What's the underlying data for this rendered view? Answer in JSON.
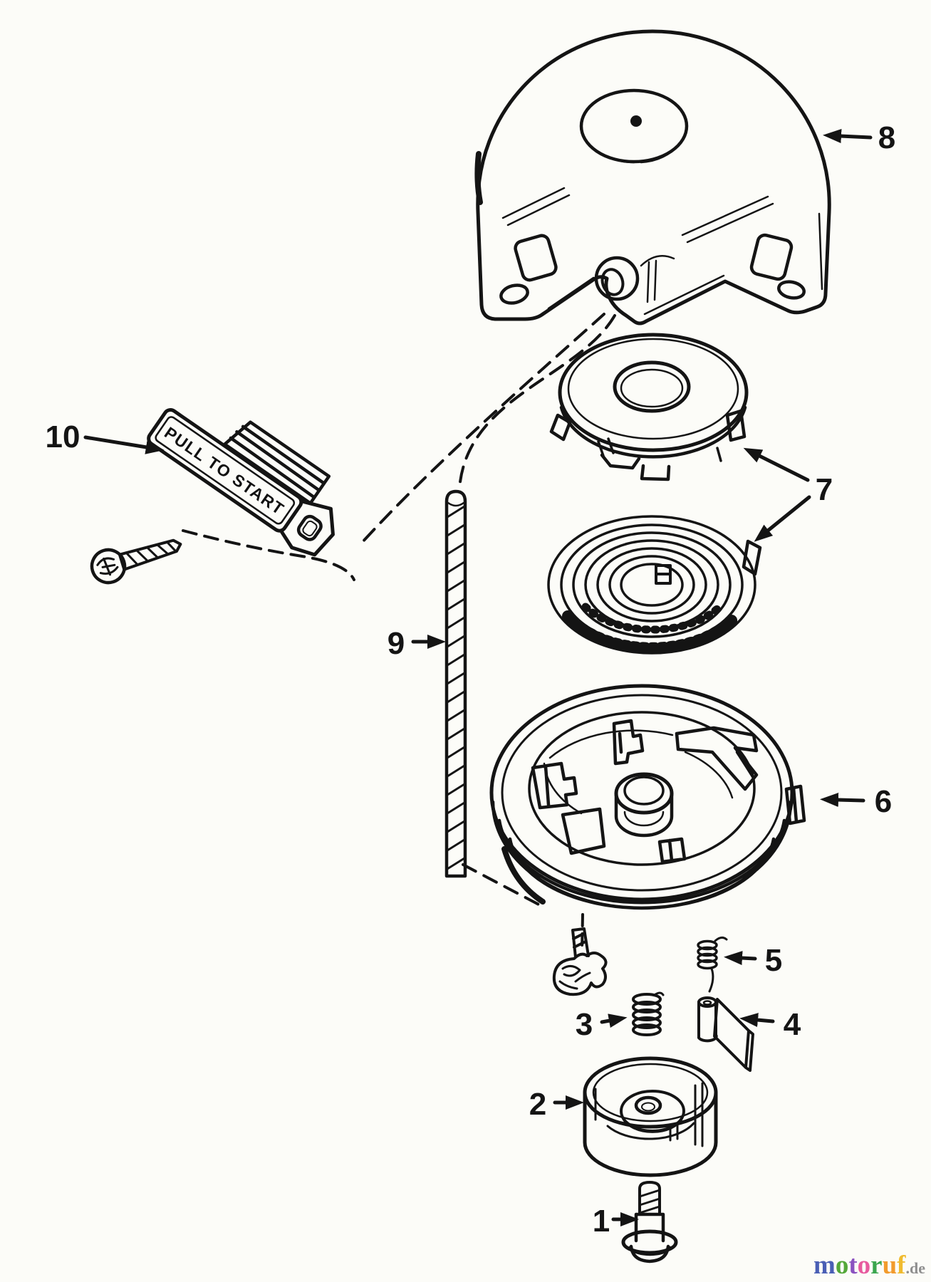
{
  "canvas": {
    "background": "#fcfcf8",
    "line_color": "#141414"
  },
  "parts": [
    {
      "label": "1"
    },
    {
      "label": "2"
    },
    {
      "label": "3"
    },
    {
      "label": "4"
    },
    {
      "label": "5"
    },
    {
      "label": "6"
    },
    {
      "label": "7"
    },
    {
      "label": "8"
    },
    {
      "label": "9"
    },
    {
      "label": "10"
    }
  ],
  "handle": {
    "text": "PULL TO START"
  },
  "watermark": {
    "letters": [
      {
        "char": "m",
        "color": "#4a5fb5"
      },
      {
        "char": "o",
        "color": "#55a83a"
      },
      {
        "char": "t",
        "color": "#8b52c0"
      },
      {
        "char": "o",
        "color": "#e75a9e"
      },
      {
        "char": "r",
        "color": "#3aa64e"
      },
      {
        "char": "u",
        "color": "#f29b2d"
      },
      {
        "char": "f",
        "color": "#f0bb2f"
      }
    ],
    "suffix": ".de",
    "suffix_color": "#8f8f8f"
  }
}
